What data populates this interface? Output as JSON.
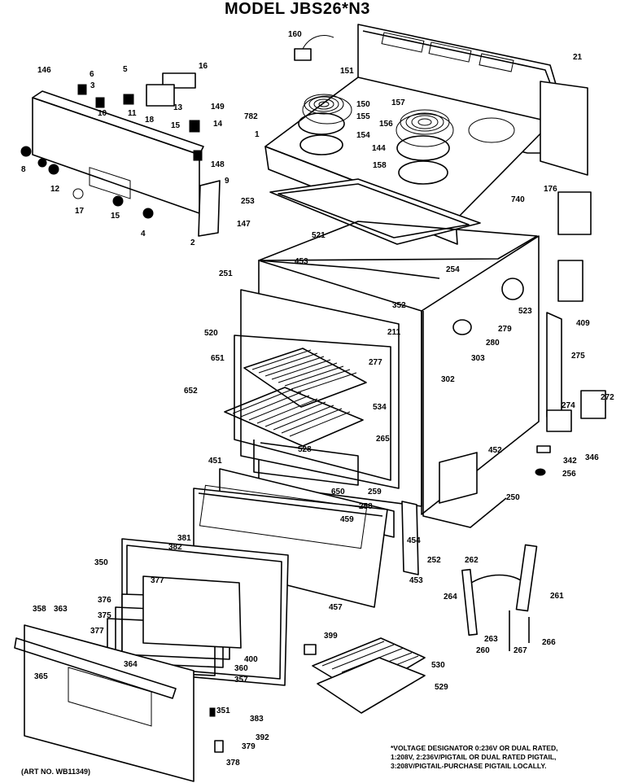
{
  "title": "MODEL JBS26*N3",
  "art_no": "(ART NO. WB11349)",
  "note_lines": [
    "*VOLTAGE DESIGNATOR 0:236V OR DUAL RATED,",
    "1:208V, 2:236V/PIGTAIL OR DUAL RATED PIGTAIL,",
    "3:208V/PIGTAIL-PURCHASE PIGTAIL LOCALLY."
  ],
  "part_labels": [
    "146",
    "6",
    "5",
    "16",
    "3",
    "10",
    "11",
    "18",
    "15",
    "13",
    "149",
    "14",
    "782",
    "160",
    "151",
    "150",
    "155",
    "154",
    "157",
    "156",
    "144",
    "158",
    "21",
    "1",
    "148",
    "8",
    "12",
    "17",
    "15",
    "4",
    "2",
    "147",
    "253",
    "9",
    "740",
    "176",
    "521",
    "453",
    "254",
    "251",
    "352",
    "211",
    "520",
    "523",
    "279",
    "280",
    "303",
    "409",
    "651",
    "277",
    "652",
    "534",
    "302",
    "275",
    "272",
    "274",
    "265",
    "528",
    "342",
    "346",
    "256",
    "451",
    "452",
    "650",
    "259",
    "258",
    "250",
    "459",
    "454",
    "381",
    "382",
    "262",
    "350",
    "252",
    "453",
    "377",
    "376",
    "264",
    "261",
    "375",
    "457",
    "377",
    "263",
    "260",
    "267",
    "266",
    "358",
    "363",
    "399",
    "530",
    "364",
    "400",
    "360",
    "529",
    "365",
    "357",
    "351",
    "383",
    "392",
    "379",
    "378"
  ]
}
